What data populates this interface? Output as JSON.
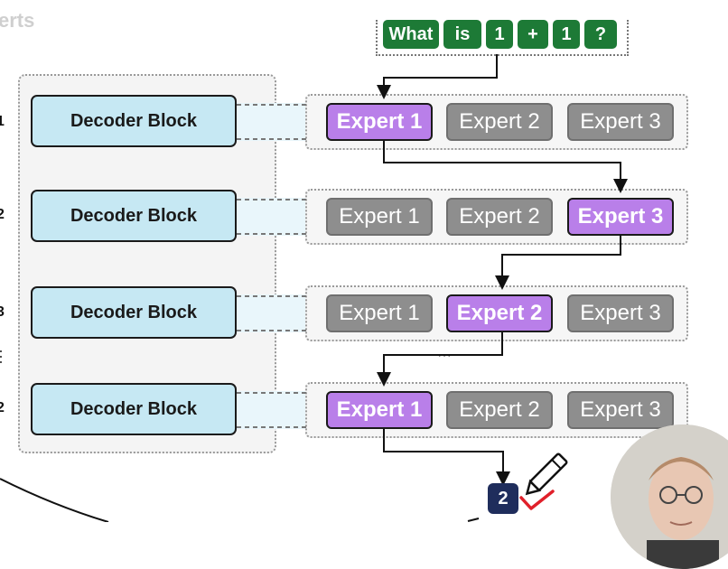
{
  "title_fragment": "erts",
  "prompt_tokens": [
    "What",
    "is",
    "1",
    "+",
    "1",
    "?"
  ],
  "layer_labels": [
    "1",
    "2",
    "3",
    "2"
  ],
  "layers": [
    {
      "decoder_label": "Decoder Block",
      "experts": [
        "Expert 1",
        "Expert 2",
        "Expert 3"
      ],
      "selected": 0
    },
    {
      "decoder_label": "Decoder Block",
      "experts": [
        "Expert 1",
        "Expert 2",
        "Expert 3"
      ],
      "selected": 2
    },
    {
      "decoder_label": "Decoder Block",
      "experts": [
        "Expert 1",
        "Expert 2",
        "Expert 3"
      ],
      "selected": 1
    },
    {
      "decoder_label": "Decoder Block",
      "experts": [
        "Expert 1",
        "Expert 2",
        "Expert 3"
      ],
      "selected": 0
    }
  ],
  "output_token": "2",
  "colors": {
    "selected_expert": "#b97fe9",
    "unselected_expert": "#8e8e8e",
    "decoder": "#c6e8f3",
    "token": "#1d7a36",
    "output": "#1f2d5c",
    "check": "#e0202a"
  },
  "icons": [
    "pencil-icon",
    "checkmark-icon",
    "webcam-presenter"
  ]
}
